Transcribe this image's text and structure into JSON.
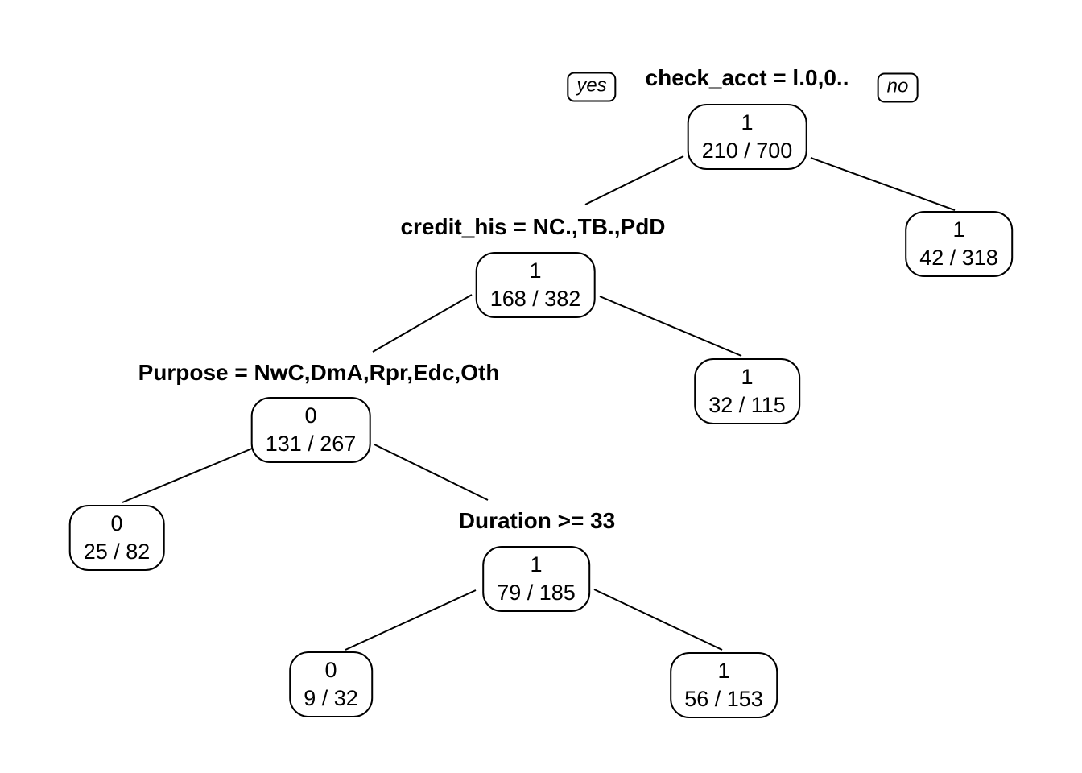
{
  "diagram": {
    "kind": "decision-tree-plot",
    "background_color": "#ffffff",
    "stroke_color": "#000000",
    "text_color": "#000000"
  },
  "branch_labels": {
    "yes": "yes",
    "no": "no"
  },
  "splits": {
    "s1": {
      "text": "check_acct = l.0,0.."
    },
    "s2": {
      "text": "credit_his = NC.,TB.,PdD"
    },
    "s3": {
      "text": "Purpose = NwC,DmA,Rpr,Edc,Oth"
    },
    "s4": {
      "text": "Duration >= 33"
    }
  },
  "nodes": {
    "n1": {
      "label": "1",
      "stats": "210 / 700"
    },
    "n2": {
      "label": "1",
      "stats": "168 / 382"
    },
    "n3": {
      "label": "1",
      "stats": "42 / 318"
    },
    "n4": {
      "label": "0",
      "stats": "131 / 267"
    },
    "n5": {
      "label": "1",
      "stats": "32 / 115"
    },
    "n6": {
      "label": "0",
      "stats": "25 / 82"
    },
    "n7": {
      "label": "1",
      "stats": "79 / 185"
    },
    "n8": {
      "label": "0",
      "stats": "9 / 32"
    },
    "n9": {
      "label": "1",
      "stats": "56 / 153"
    }
  },
  "edges": [
    {
      "from": "n1",
      "to": "n2",
      "branch": "yes"
    },
    {
      "from": "n1",
      "to": "n3",
      "branch": "no"
    },
    {
      "from": "n2",
      "to": "n4",
      "branch": "yes"
    },
    {
      "from": "n2",
      "to": "n5",
      "branch": "no"
    },
    {
      "from": "n4",
      "to": "n6",
      "branch": "yes"
    },
    {
      "from": "n4",
      "to": "n7",
      "branch": "no"
    },
    {
      "from": "n7",
      "to": "n8",
      "branch": "yes"
    },
    {
      "from": "n7",
      "to": "n9",
      "branch": "no"
    }
  ]
}
